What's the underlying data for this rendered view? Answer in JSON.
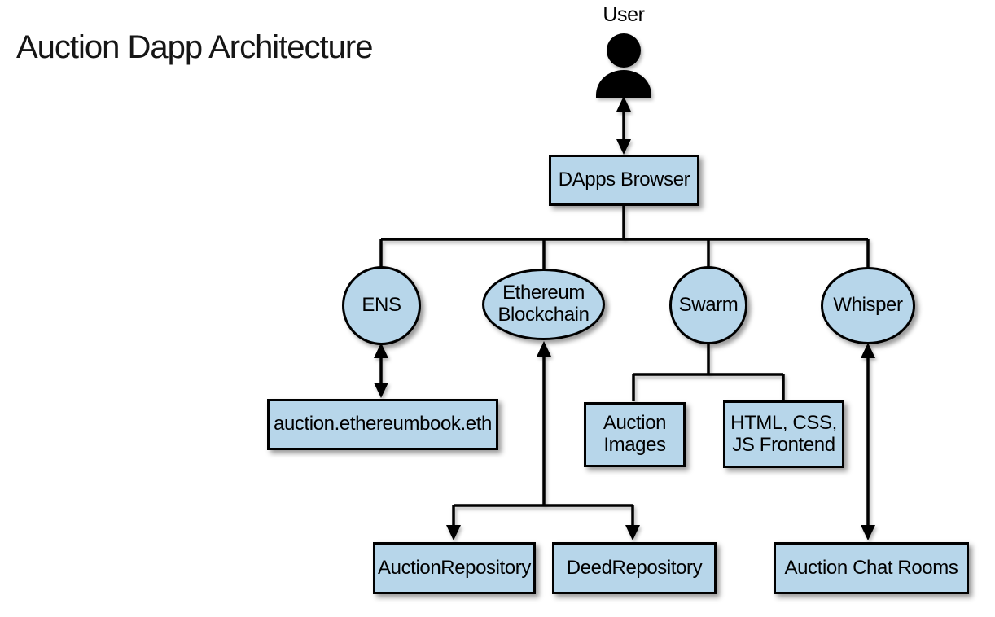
{
  "title": "Auction Dapp Architecture",
  "user": {
    "label": "User"
  },
  "nodes": {
    "dapps_browser": {
      "label": "DApps Browser",
      "shape": "rectangle"
    },
    "ens": {
      "label": "ENS",
      "shape": "ellipse"
    },
    "ethereum_blockchain": {
      "label": "Ethereum Blockchain",
      "shape": "ellipse"
    },
    "swarm": {
      "label": "Swarm",
      "shape": "ellipse"
    },
    "whisper": {
      "label": "Whisper",
      "shape": "ellipse"
    },
    "ens_domain": {
      "label": "auction.ethereumbook.eth",
      "shape": "rectangle"
    },
    "auction_images": {
      "label": "Auction Images",
      "shape": "rectangle"
    },
    "frontend": {
      "label": "HTML, CSS, JS Frontend",
      "shape": "rectangle"
    },
    "auction_repository": {
      "label": "AuctionRepository",
      "shape": "rectangle"
    },
    "deed_repository": {
      "label": "DeedRepository",
      "shape": "rectangle"
    },
    "auction_chat_rooms": {
      "label": "Auction Chat Rooms",
      "shape": "rectangle"
    }
  },
  "edges": [
    {
      "from": "user",
      "to": "dapps_browser",
      "style": "arrow-both"
    },
    {
      "from": "dapps_browser",
      "to": "ens",
      "style": "line"
    },
    {
      "from": "dapps_browser",
      "to": "ethereum_blockchain",
      "style": "line"
    },
    {
      "from": "dapps_browser",
      "to": "swarm",
      "style": "line"
    },
    {
      "from": "dapps_browser",
      "to": "whisper",
      "style": "line"
    },
    {
      "from": "ens",
      "to": "ens_domain",
      "style": "arrow-both"
    },
    {
      "from": "ethereum_blockchain",
      "to": "auction_repository",
      "style": "arrow-both"
    },
    {
      "from": "ethereum_blockchain",
      "to": "deed_repository",
      "style": "arrow-both"
    },
    {
      "from": "swarm",
      "to": "auction_images",
      "style": "line"
    },
    {
      "from": "swarm",
      "to": "frontend",
      "style": "line"
    },
    {
      "from": "whisper",
      "to": "auction_chat_rooms",
      "style": "arrow-both"
    }
  ],
  "colors": {
    "node_fill": "#b7d6ea",
    "node_border": "#000000",
    "line": "#000000",
    "background": "#ffffff"
  }
}
